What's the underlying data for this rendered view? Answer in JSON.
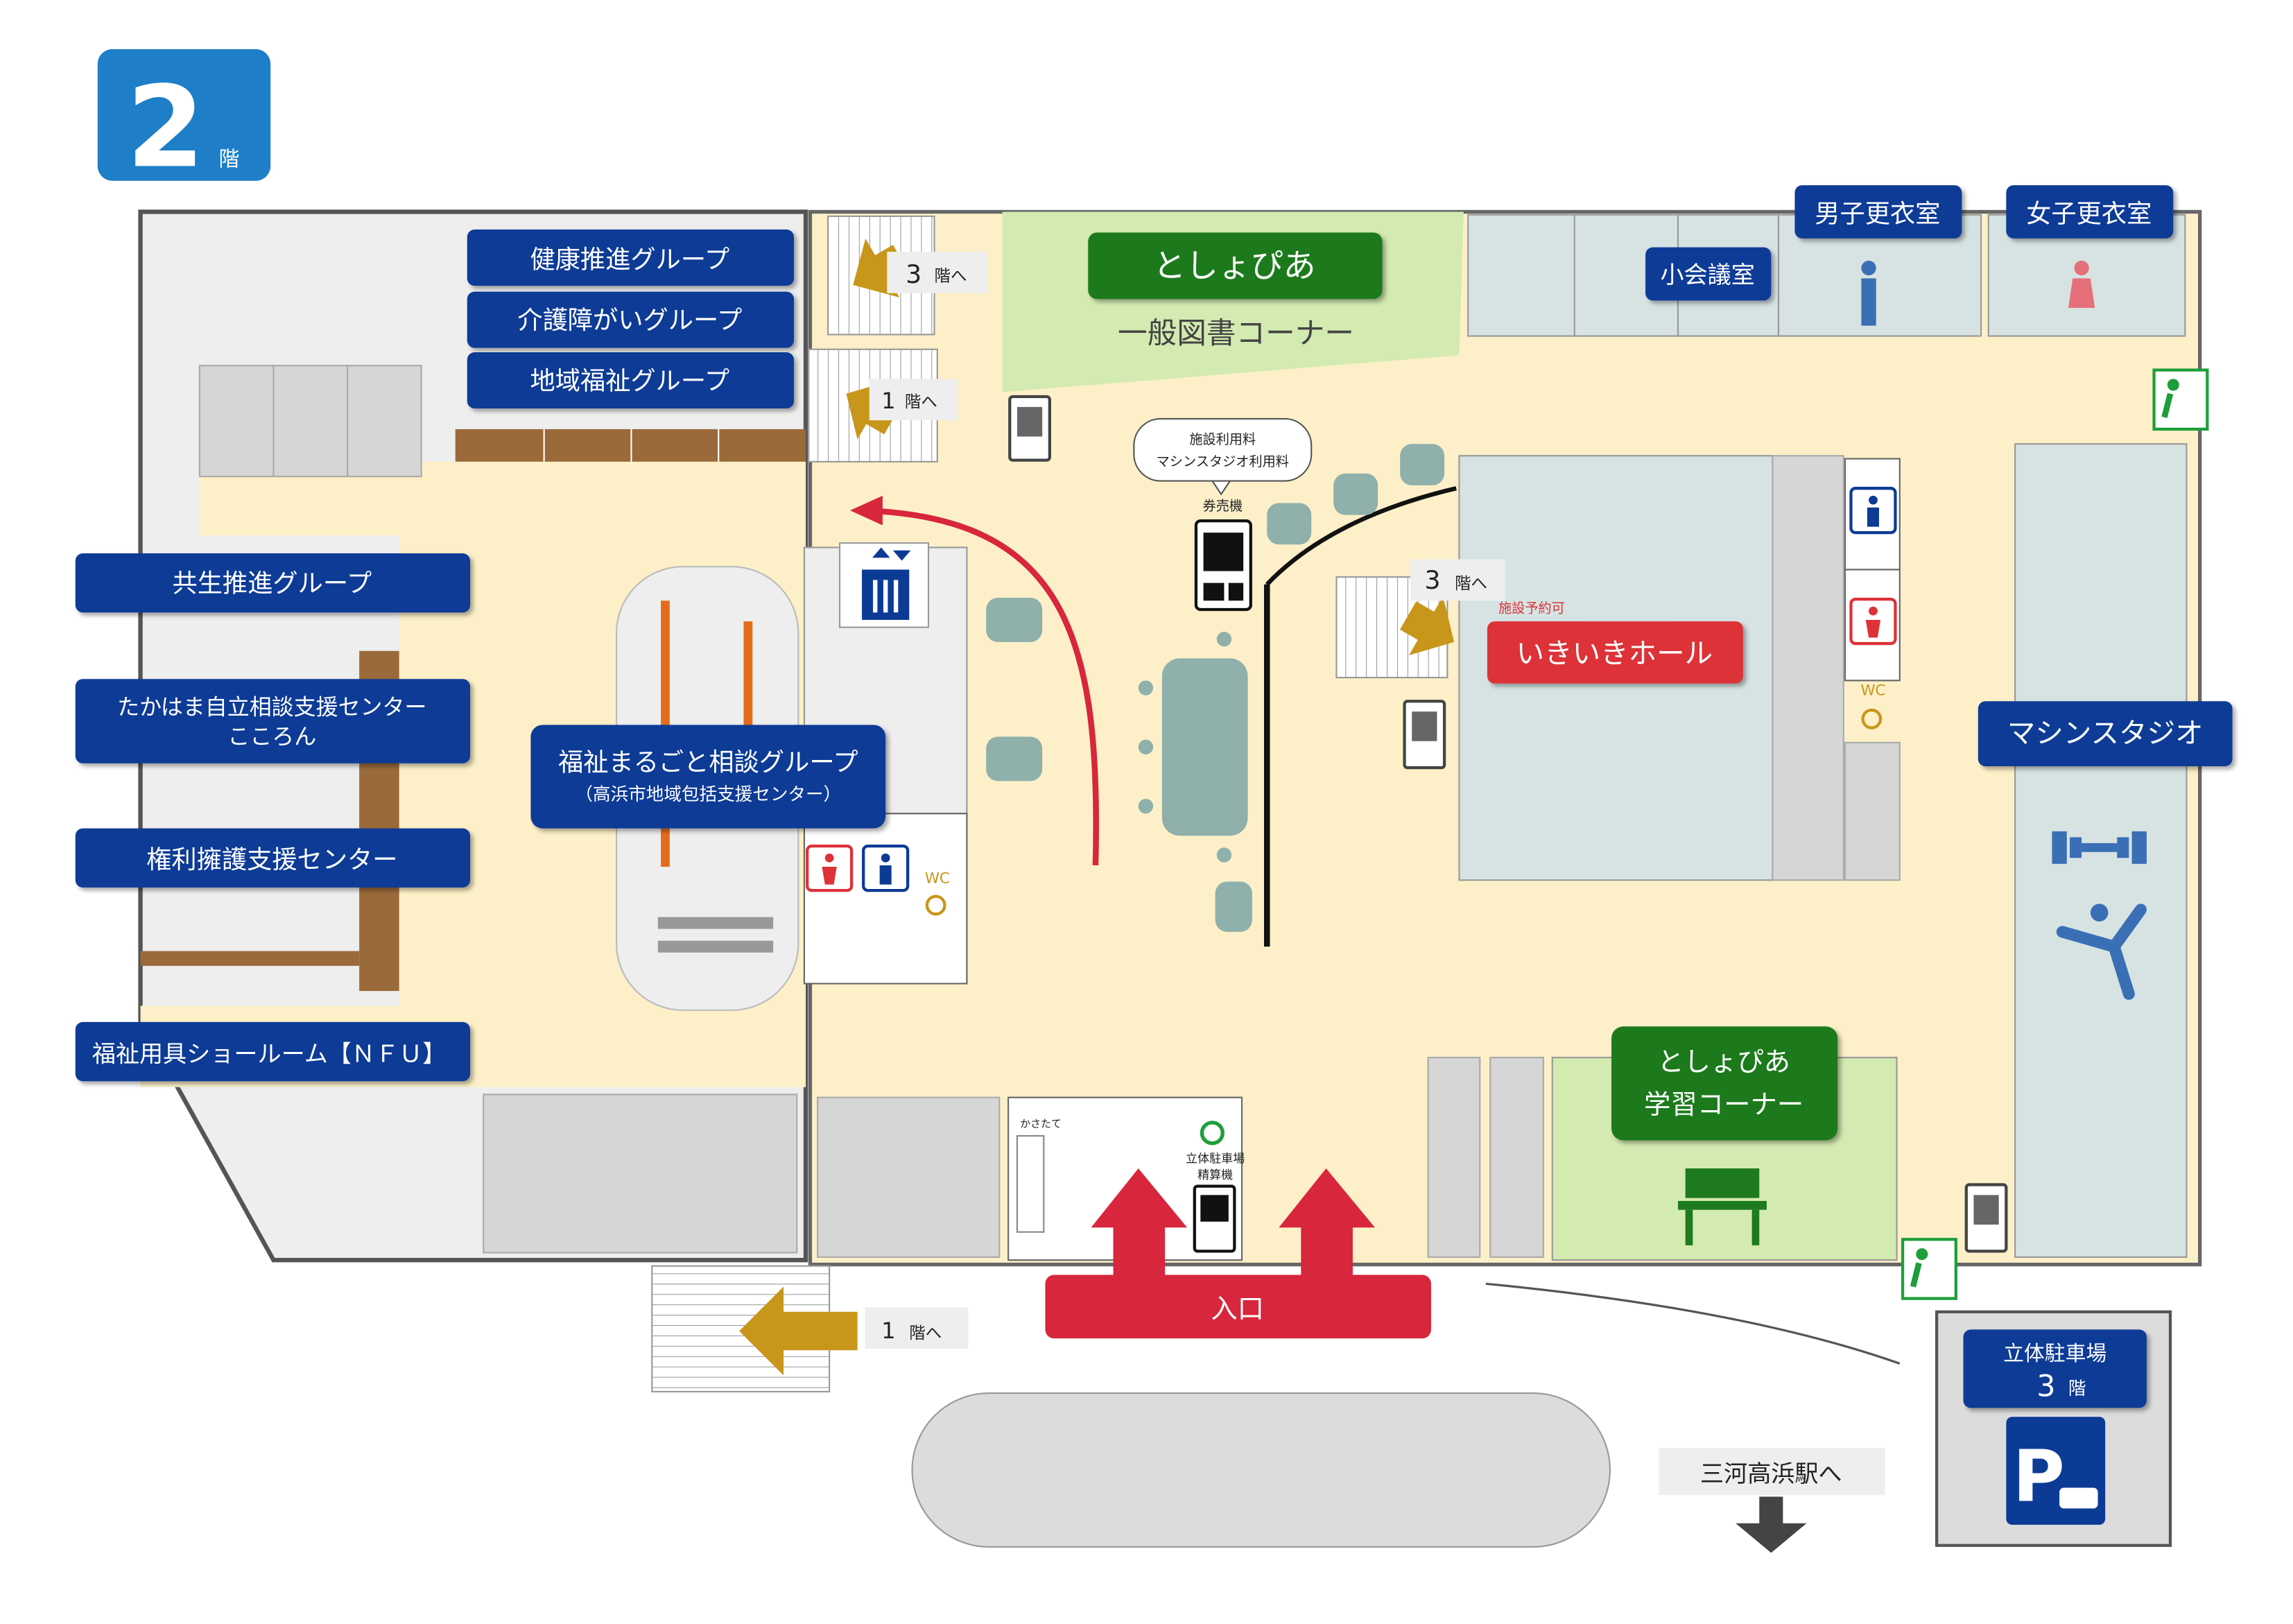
{
  "floor": {
    "number": "2",
    "suffix": "階"
  },
  "colors": {
    "navy": "#0c3b96",
    "green": "#1e7a1e",
    "red": "#dc3238",
    "crimson": "#d8263c",
    "gold": "#c8961a",
    "floor": "#fdf0c8",
    "library_green": "#d3eab0",
    "room_blue": "#d7e3e3",
    "furniture": "#8fb0ab",
    "badge_blue": "#1e7fc8"
  },
  "labels": {
    "kenko": "健康推進グループ",
    "kaigo": "介護障がいグループ",
    "chiiki": "地域福祉グループ",
    "kyosei": "共生推進グループ",
    "takahama_1": "たかはま自立相談支援センター",
    "takahama_2": "こころん",
    "kenri": "権利擁護支援センター",
    "nfu": "福祉用具ショールーム【ＮＦＵ】",
    "marugoto_1": "福祉まるごと相談グループ",
    "marugoto_2": "（高浜市地域包括支援センター）",
    "toshopia": "としょぴあ",
    "ippan": "一般図書コーナー",
    "shokaigi": "小会議室",
    "danshi": "男子更衣室",
    "joshi": "女子更衣室",
    "ikiiki": "いきいきホール",
    "yoyaku": "施設予約可",
    "machine": "マシンスタジオ",
    "gakushu_1": "としょぴあ",
    "gakushu_2": "学習コーナー",
    "iriguchi": "入口",
    "to_floor3_a_num": "3",
    "to_floor3_a": "階へ",
    "to_floor1_a_num": "1",
    "to_floor1_a": "階へ",
    "to_floor3_b_num": "3",
    "to_floor3_b": "階へ",
    "to_floor1_b_num": "1",
    "to_floor1_b": "階へ",
    "fee_1": "施設利用料",
    "fee_2": "マシンスタジオ利用料",
    "kenbaiki": "券売機",
    "kasatate": "かさたて",
    "parking_small_1": "立体駐車場",
    "parking_small_2": "精算機",
    "parking_1": "立体駐車場",
    "parking_num": "3",
    "parking_suffix": "階",
    "parking_p": "P",
    "station": "三河高浜駅へ",
    "wc": "WC"
  },
  "icons": {
    "elevator": "elevator-icon",
    "exit": "emergency-exit-icon",
    "restroom_male": "male-restroom-icon",
    "restroom_female": "female-restroom-icon",
    "accessible": "wheelchair-icon",
    "vending": "vending-machine-icon",
    "ticket_machine": "ticket-machine-icon",
    "dumbbell": "dumbbell-icon",
    "yoga": "yoga-pose-icon",
    "study": "study-desk-icon",
    "parking": "parking-icon"
  }
}
